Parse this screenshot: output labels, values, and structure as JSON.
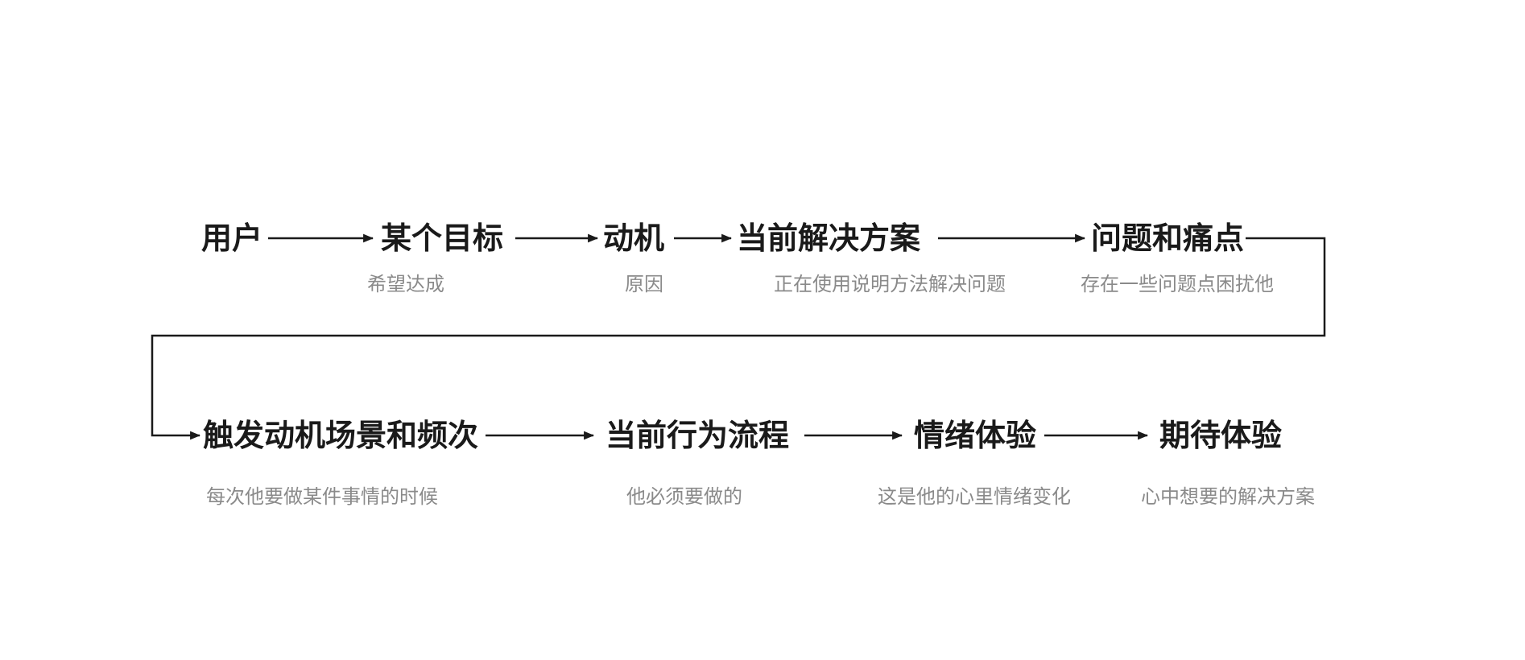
{
  "colors": {
    "canvas_bg": "#ffffff",
    "title": "#1a1a1a",
    "subtitle": "#8a8a8a",
    "line": "#1a1a1a"
  },
  "flow": {
    "row1": {
      "nodes": [
        {
          "title": "用户",
          "subtitle": ""
        },
        {
          "title": "某个目标",
          "subtitle": "希望达成"
        },
        {
          "title": "动机",
          "subtitle": "原因"
        },
        {
          "title": "当前解决方案",
          "subtitle": "正在使用说明方法解决问题"
        },
        {
          "title": "问题和痛点",
          "subtitle": "存在一些问题点困扰他"
        }
      ]
    },
    "row2": {
      "nodes": [
        {
          "title": "触发动机场景和频次",
          "subtitle": "每次他要做某件事情的时候"
        },
        {
          "title": "当前行为流程",
          "subtitle": "他必须要做的"
        },
        {
          "title": "情绪体验",
          "subtitle": "这是他的心里情绪变化"
        },
        {
          "title": "期待体验",
          "subtitle": "心中想要的解决方案"
        }
      ]
    },
    "edges": [
      {
        "from": "用户",
        "to": "某个目标"
      },
      {
        "from": "某个目标",
        "to": "动机"
      },
      {
        "from": "动机",
        "to": "当前解决方案"
      },
      {
        "from": "当前解决方案",
        "to": "问题和痛点"
      },
      {
        "from": "问题和痛点",
        "to": "触发动机场景和频次"
      },
      {
        "from": "触发动机场景和频次",
        "to": "当前行为流程"
      },
      {
        "from": "当前行为流程",
        "to": "情绪体验"
      },
      {
        "from": "情绪体验",
        "to": "期待体验"
      }
    ]
  }
}
